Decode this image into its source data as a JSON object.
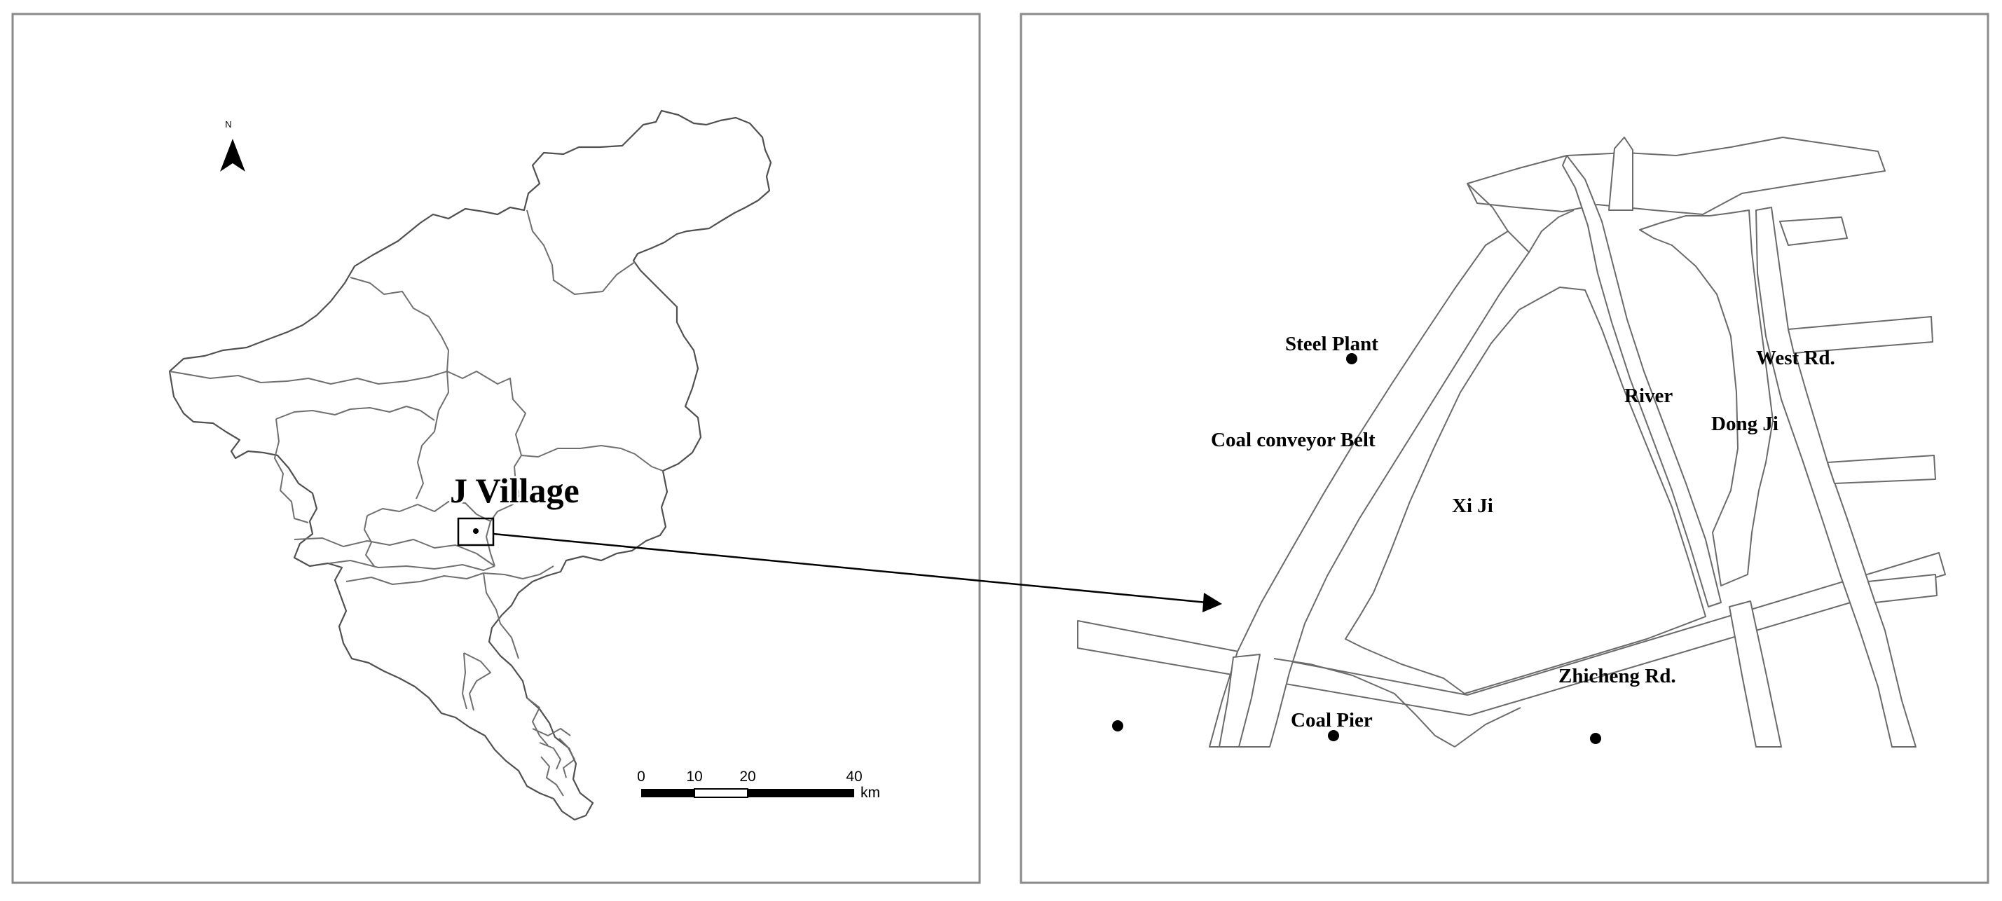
{
  "overview_map": {
    "north_arrow_label": "N",
    "village_label": "J Village",
    "scale_bar": {
      "ticks": [
        "0",
        "10",
        "20",
        "40"
      ],
      "unit": "km"
    }
  },
  "detail_map": {
    "labels": {
      "steel_plant": "Steel Plant",
      "coal_conveyor_belt": "Coal conveyor Belt",
      "xi_ji": "Xi Ji",
      "river": "River",
      "dong_ji": "Dong Ji",
      "west_rd": "West Rd.",
      "zhicheng_rd": "Zhicheng Rd.",
      "coal_pier": "Coal Pier"
    }
  }
}
